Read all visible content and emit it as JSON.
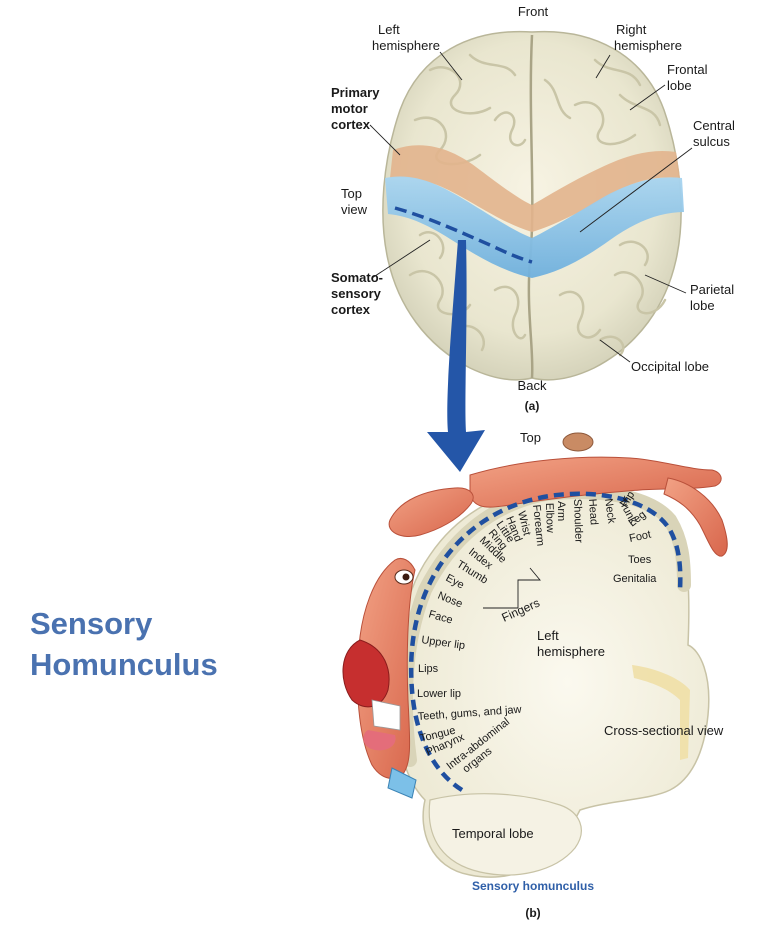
{
  "slide_title": [
    "Sensory",
    "Homunculus"
  ],
  "panel_a": {
    "front": "Front",
    "back": "Back",
    "left_hemisphere": [
      "Left",
      "hemisphere"
    ],
    "right_hemisphere": [
      "Right",
      "hemisphere"
    ],
    "frontal_lobe": [
      "Frontal",
      "lobe"
    ],
    "central_sulcus": [
      "Central",
      "sulcus"
    ],
    "primary_motor_cortex": [
      "Primary",
      "motor",
      "cortex"
    ],
    "top_view": [
      "Top",
      "view"
    ],
    "somatosensory_cortex": [
      "Somato-",
      "sensory",
      "cortex"
    ],
    "parietal_lobe": [
      "Parietal",
      "lobe"
    ],
    "occipital_lobe": "Occipital lobe",
    "panel_label": "(a)"
  },
  "panel_b": {
    "top": "Top",
    "arc_labels": [
      "Genitalia",
      "Toes",
      "Foot",
      "Leg",
      "Hip",
      "Trunk",
      "Neck",
      "Head",
      "Shoulder",
      "Arm",
      "Elbow",
      "Forearm",
      "Wrist",
      "Hand",
      "Little",
      "Ring",
      "Middle",
      "Index",
      "Thumb",
      "Eye",
      "Nose",
      "Face",
      "Upper lip",
      "Lips",
      "Lower lip",
      "Teeth, gums, and jaw",
      "Tongue",
      "Pharynx",
      "Intra-abdominal"
    ],
    "organs": "organs",
    "fingers": "Fingers",
    "left_hemisphere": [
      "Left",
      "hemisphere"
    ],
    "cross_sectional_view": "Cross-sectional view",
    "temporal_lobe": "Temporal lobe",
    "caption": "Sensory homunculus",
    "panel_label": "(b)"
  },
  "colors": {
    "title_blue": "#4a72b0",
    "somatosensory_blue": "#8ec3e6",
    "motor_tan": "#e2b48d",
    "homunculus_skin": "#e8846a",
    "arrow_blue": "#2456a8",
    "caption_blue": "#2f5fa8"
  }
}
